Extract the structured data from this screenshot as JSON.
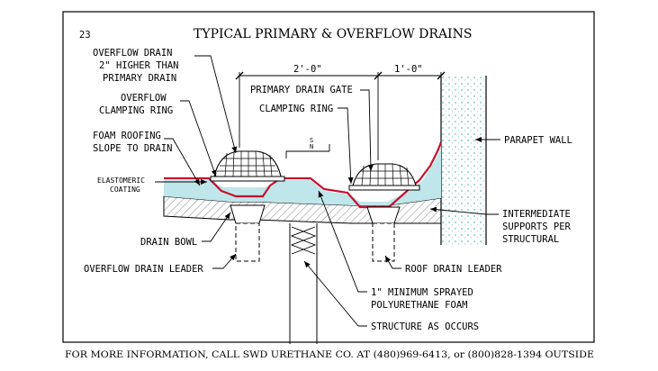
{
  "sheet_number": "23",
  "title": "TYPICAL PRIMARY & OVERFLOW DRAINS",
  "dimensions": {
    "primary_span": "2'-0\"",
    "wall_span": "1'-0\""
  },
  "labels": {
    "overflow_drain_1": "OVERFLOW DRAIN",
    "overflow_drain_2": "2\" HIGHER THAN",
    "overflow_drain_3": "PRIMARY DRAIN",
    "overflow_clamp_1": "OVERFLOW",
    "overflow_clamp_2": "CLAMPING RING",
    "foam_roofing_1": "FOAM ROOFING",
    "foam_roofing_2": "SLOPE TO DRAIN",
    "elastomeric_1": "ELASTOMERIC",
    "elastomeric_2": "COATING",
    "drain_bowl": "DRAIN BOWL",
    "overflow_leader": "OVERFLOW DRAIN LEADER",
    "primary_gate": "PRIMARY DRAIN GATE",
    "clamping_ring": "CLAMPING RING",
    "parapet_wall": "PARAPET WALL",
    "intermediate_1": "INTERMEDIATE",
    "intermediate_2": "SUPPORTS PER",
    "intermediate_3": "STRUCTURAL",
    "roof_leader": "ROOF DRAIN LEADER",
    "foam_min_1": "1\" MINIMUM SPRAYED",
    "foam_min_2": "POLYURETHANE FOAM",
    "structure": "STRUCTURE AS OCCURS",
    "section_mark_1": "S",
    "section_mark_2": "N"
  },
  "footer": "FOR MORE INFORMATION, CALL SWD URETHANE CO. AT (480)969-6413, or (800)828-1394 OUTSIDE",
  "colors": {
    "line": "#000000",
    "coating": "#c8102e",
    "foam": "#bfe6ea",
    "wall_dots": "#7fc8c8",
    "deck_hatch": "#666666"
  }
}
